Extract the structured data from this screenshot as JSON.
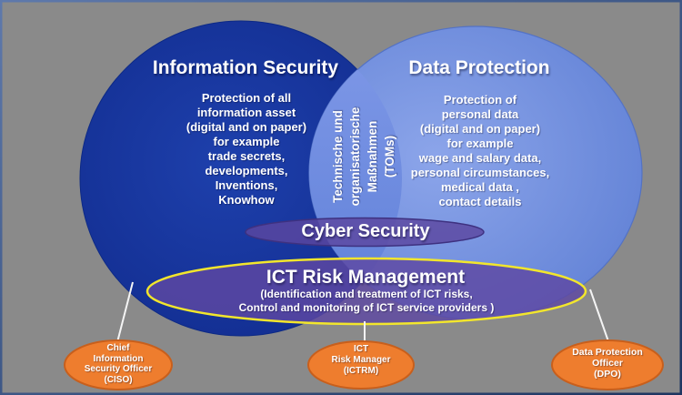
{
  "diagram": {
    "left_circle": {
      "title": "Information Security",
      "body_lines": [
        "Protection of all",
        "information asset",
        "(digital and on paper)",
        "for example",
        "trade secrets,",
        "developments,",
        "Inventions,",
        "Knowhow"
      ]
    },
    "right_circle": {
      "title": "Data Protection",
      "body_lines": [
        "Protection of",
        "personal data",
        "(digital and on paper)",
        "for example",
        "wage and salary data,",
        "personal circumstances,",
        "medical data ,",
        "contact details"
      ]
    },
    "overlap": {
      "lines": [
        "Technische und",
        "organisatorische",
        "Maßnahmen",
        "(TOMs)"
      ]
    },
    "cyber_security": {
      "label": "Cyber Security"
    },
    "ict_risk": {
      "title": "ICT Risk Management",
      "sub_lines": [
        "(Identification and treatment of ICT risks,",
        "Control and monitoring of ICT service providers )"
      ]
    },
    "roles": {
      "ciso": {
        "lines": [
          "Chief",
          "Information",
          "Security Officer",
          "(CISO)"
        ]
      },
      "ictrm": {
        "lines": [
          "ICT",
          "Risk Manager",
          "(ICTRM)"
        ]
      },
      "dpo": {
        "lines": [
          "Data Protection",
          "Officer",
          "(DPO)"
        ]
      }
    },
    "colors": {
      "background_gray": "#8A8A8A",
      "left_circle_navy": "#16339B",
      "right_circle_periwinkle": "#7390DC",
      "overlap_lens_blue": "#6E8BE0",
      "cyber_purple": "#5B47A0",
      "ict_purple": "#5E48A2",
      "ict_border_yellow": "#F2E62C",
      "role_orange": "#EE7D2E",
      "role_orange_border": "#C85F1C",
      "text_white": "#FFFFFF"
    }
  }
}
